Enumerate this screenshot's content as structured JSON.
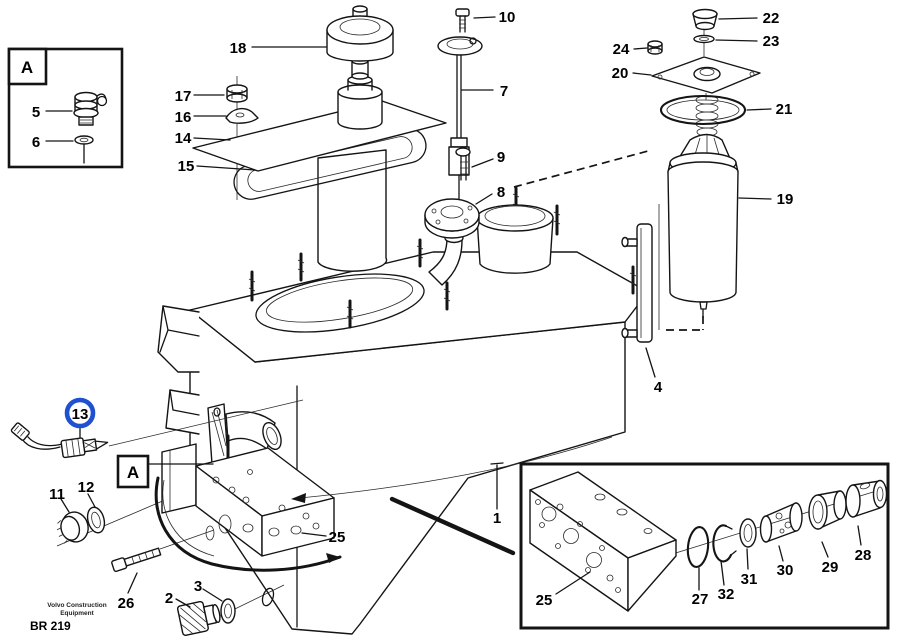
{
  "drawing": {
    "brand": {
      "line1": "Volvo Construction",
      "line2": "Equipment",
      "model": "BR 219"
    },
    "markers": {
      "detail_a_main": "A",
      "detail_a_ref": "A"
    },
    "highlight": {
      "callout": "13",
      "color": "#1e50d0"
    },
    "callouts": {
      "c1": "1",
      "c2": "2",
      "c3": "3",
      "c4": "4",
      "c5": "5",
      "c6": "6",
      "c7": "7",
      "c8": "8",
      "c9": "9",
      "c10": "10",
      "c11": "11",
      "c12": "12",
      "c13": "13",
      "c14": "14",
      "c15": "15",
      "c16": "16",
      "c17": "17",
      "c18": "18",
      "c19": "19",
      "c20": "20",
      "c21": "21",
      "c22": "22",
      "c23": "23",
      "c24": "24",
      "c25": "25",
      "c25b": "25",
      "c26": "26",
      "c27": "27",
      "c28": "28",
      "c29": "29",
      "c30": "30",
      "c31": "31",
      "c32": "32"
    }
  }
}
